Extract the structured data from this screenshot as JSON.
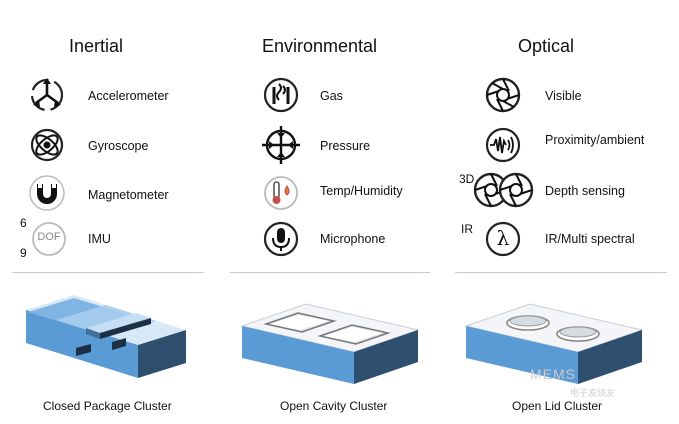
{
  "columns": [
    {
      "title": "Inertial",
      "sensors": [
        {
          "label": "Accelerometer",
          "icon": "accelerometer-icon"
        },
        {
          "label": "Gyroscope",
          "icon": "gyroscope-icon"
        },
        {
          "label": "Magnetometer",
          "icon": "magnetometer-icon"
        },
        {
          "label": "IMU",
          "icon": "dof-icon",
          "icon_text": "DOF",
          "prefix_top": "6",
          "prefix_bottom": "9"
        }
      ],
      "package_label": "Closed Package Cluster"
    },
    {
      "title": "Environmental",
      "sensors": [
        {
          "label": "Gas",
          "icon": "gas-icon"
        },
        {
          "label": "Pressure",
          "icon": "pressure-icon"
        },
        {
          "label": "Temp/Humidity",
          "icon": "thermometer-icon"
        },
        {
          "label": "Microphone",
          "icon": "microphone-icon"
        }
      ],
      "package_label": "Open Cavity Cluster"
    },
    {
      "title": "Optical",
      "sensors": [
        {
          "label": "Visible",
          "icon": "aperture-icon"
        },
        {
          "label": "Proximity/ambient",
          "icon": "proximity-icon"
        },
        {
          "label": "Depth sensing",
          "icon": "dual-aperture-icon",
          "prefix": "3D"
        },
        {
          "label": "IR/Multi spectral",
          "icon": "lambda-icon",
          "icon_text": "λ",
          "prefix": "IR"
        }
      ],
      "package_label": "Open Lid Cluster"
    }
  ],
  "watermark": {
    "text": "MEMS",
    "sub": "电子发烧友"
  },
  "colors": {
    "block_blue": "#5b9bd5",
    "block_dark": "#1f3a5a",
    "divider": "#c5cbd6"
  }
}
